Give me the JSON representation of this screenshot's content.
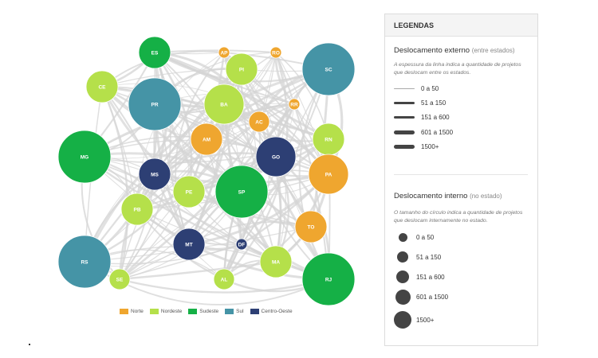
{
  "colors": {
    "Norte": "#EFA62F",
    "Nordeste": "#B5E04A",
    "Sudeste": "#15B046",
    "Sul": "#4594A6",
    "Centro-Oeste": "#2D3F74",
    "edge": "#d4d4d4"
  },
  "regions": [
    {
      "name": "Norte",
      "label": "Norte"
    },
    {
      "name": "Nordeste",
      "label": "Nordeste"
    },
    {
      "name": "Sudeste",
      "label": "Sudeste"
    },
    {
      "name": "Sul",
      "label": "Sul"
    },
    {
      "name": "Centro-Oeste",
      "label": "Centro-Oeste"
    }
  ],
  "nodes": [
    {
      "id": "ES",
      "region": "Sudeste",
      "level": 3
    },
    {
      "id": "AP",
      "region": "Norte",
      "level": 1
    },
    {
      "id": "RO",
      "region": "Norte",
      "level": 1
    },
    {
      "id": "SC",
      "region": "Sul",
      "level": 5
    },
    {
      "id": "CE",
      "region": "Nordeste",
      "level": 3
    },
    {
      "id": "PI",
      "region": "Nordeste",
      "level": 3
    },
    {
      "id": "PR",
      "region": "Sul",
      "level": 5
    },
    {
      "id": "BA",
      "region": "Nordeste",
      "level": 4
    },
    {
      "id": "RR",
      "region": "Norte",
      "level": 1
    },
    {
      "id": "AC",
      "region": "Norte",
      "level": 2
    },
    {
      "id": "AM",
      "region": "Norte",
      "level": 3
    },
    {
      "id": "RN",
      "region": "Nordeste",
      "level": 3
    },
    {
      "id": "MG",
      "region": "Sudeste",
      "level": 5
    },
    {
      "id": "GO",
      "region": "Centro-Oeste",
      "level": 4
    },
    {
      "id": "MS",
      "region": "Centro-Oeste",
      "level": 3
    },
    {
      "id": "PA",
      "region": "Norte",
      "level": 4
    },
    {
      "id": "PE",
      "region": "Nordeste",
      "level": 3
    },
    {
      "id": "SP",
      "region": "Sudeste",
      "level": 5
    },
    {
      "id": "PB",
      "region": "Nordeste",
      "level": 3
    },
    {
      "id": "TO",
      "region": "Norte",
      "level": 3
    },
    {
      "id": "MT",
      "region": "Centro-Oeste",
      "level": 3
    },
    {
      "id": "DF",
      "region": "Centro-Oeste",
      "level": 1
    },
    {
      "id": "RS",
      "region": "Sul",
      "level": 5
    },
    {
      "id": "MA",
      "region": "Nordeste",
      "level": 3
    },
    {
      "id": "SE",
      "region": "Nordeste",
      "level": 2
    },
    {
      "id": "AL",
      "region": "Nordeste",
      "level": 2
    },
    {
      "id": "RJ",
      "region": "Sudeste",
      "level": 5
    }
  ],
  "legend": {
    "title": "LEGENDAS",
    "external": {
      "title": "Deslocamento externo",
      "subtitle": "(entre estados)",
      "description": "A espessura da linha indica a quantidade de projetos que deslocam entre os estados.",
      "items": [
        "0 a 50",
        "51 a 150",
        "151 a 600",
        "601 a 1500",
        "1500+"
      ]
    },
    "internal": {
      "title": "Deslocamento interno",
      "subtitle": "(no estado)",
      "description": "O tamanho do círculo indica a quantidade de projetos que deslocam internamente no estado.",
      "items": [
        "0 a 50",
        "51 a 150",
        "151 a 600",
        "601 a 1500",
        "1500+"
      ]
    }
  }
}
